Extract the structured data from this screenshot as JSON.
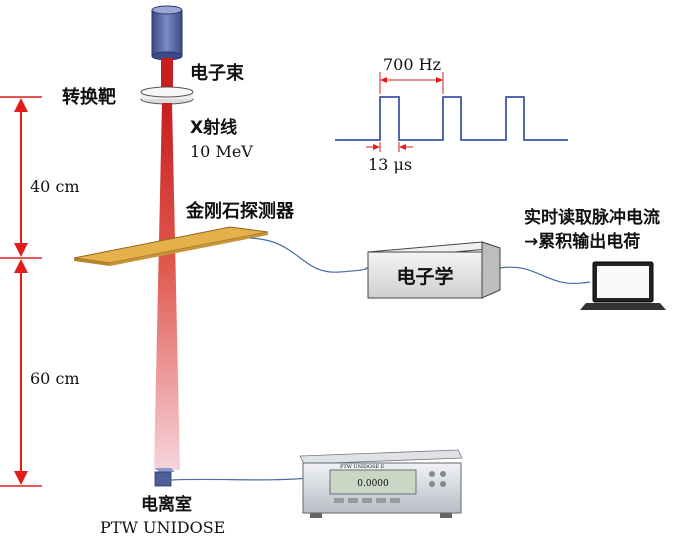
{
  "labels": {
    "electron_beam": "电子束",
    "converter_target": "转换靶",
    "xray_line1": "X射线",
    "xray_energy": "10 MeV",
    "distance_upper": "40 cm",
    "distance_lower": "60 cm",
    "diamond_detector": "金刚石探测器",
    "electronics": "电子学",
    "readout_line1": "实时读取脉冲电流",
    "readout_line2": "→累积输出电荷",
    "ion_chamber": "电离室",
    "ion_chamber_model": "PTW UNIDOSE",
    "pulse_frequency": "700 Hz",
    "pulse_width": "13 μs",
    "device_brand": "PTW UNIDOSE E",
    "device_display": "0.0000"
  },
  "colors": {
    "arrow_red": "#e21c1c",
    "beam_red": "#d9302a",
    "pulse_blue": "#3c56a8",
    "cable_blue": "#4a6aa8",
    "detector_gold": "#e6b04a",
    "box_gray": "#e7e7e7",
    "tube_blue": "#4f5f9a"
  },
  "icons": [
    "electron-gun-icon",
    "laptop-icon",
    "electrometer-icon"
  ]
}
